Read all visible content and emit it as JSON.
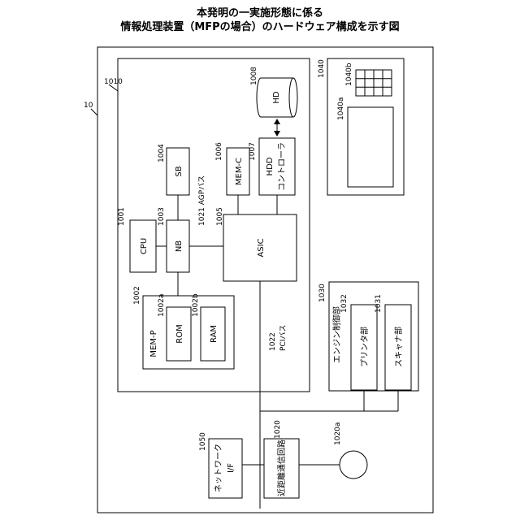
{
  "title": {
    "line1": "本発明の一実施形態に係る",
    "line2": "情報処理装置（MFPの場合）のハードウェア構成を示す図"
  },
  "refs": {
    "device": "10",
    "controller": "1010",
    "cpu": "1001",
    "mem_p": "1002",
    "rom": "1002a",
    "ram": "1002b",
    "nb": "1003",
    "sb": "1004",
    "asic": "1005",
    "mem_c": "1006",
    "hdd_ctrl": "1007",
    "hd": "1008",
    "agp_bus": "1021 AGPバス",
    "pci_bus_num": "1022",
    "operation_panel": "1040",
    "keys": "1040b",
    "display": "1040a",
    "engine": "1030",
    "printer": "1032",
    "scanner": "1031",
    "network_if": "1050",
    "nfc": "1020",
    "antenna": "1020a"
  },
  "labels": {
    "cpu": "CPU",
    "nb": "NB",
    "sb": "SB",
    "asic": "ASIC",
    "mem_c": "MEM-C",
    "hdd_line1": "HDD",
    "hdd_line2": "コントローラ",
    "hd": "HD",
    "mem_p": "MEM-P",
    "rom": "ROM",
    "ram": "RAM",
    "pci_bus": "PCIバス",
    "engine": "エンジン制御部",
    "printer": "プリンタ部",
    "scanner": "スキャナ部",
    "network_line1": "ネットワーク",
    "network_line2": "I/F",
    "nfc": "近距離通信回路"
  }
}
